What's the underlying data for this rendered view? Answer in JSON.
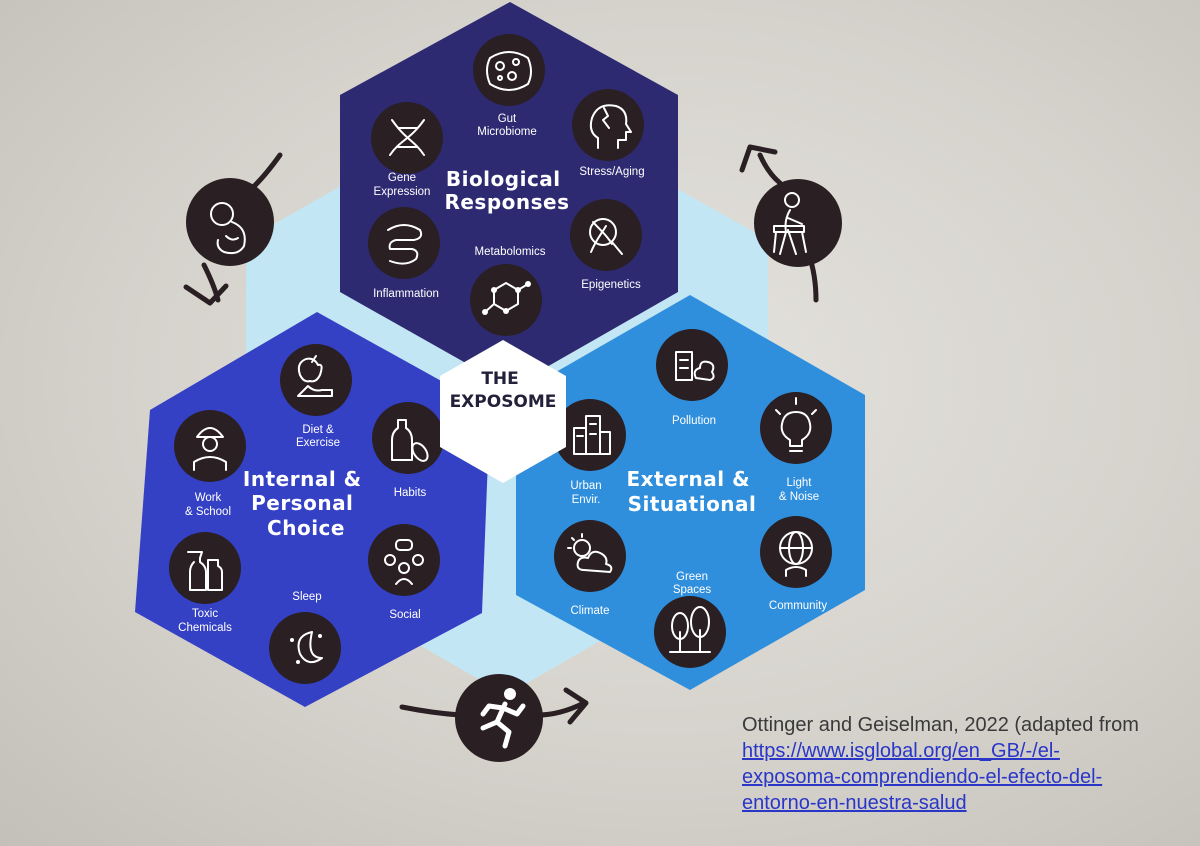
{
  "center": {
    "line1": "THE",
    "line2": "EXPOSOME"
  },
  "sections": {
    "biological": {
      "title_line1": "Biological",
      "title_line2": "Responses",
      "color": "#2e2a72",
      "items": {
        "gut": {
          "line1": "Gut",
          "line2": "Microbiome",
          "icon": "microbiome-icon"
        },
        "gene": {
          "line1": "Gene",
          "line2": "Expression",
          "icon": "dna-helix-icon"
        },
        "stress": {
          "line1": "Stress/Aging",
          "icon": "head-stress-icon"
        },
        "inflammation": {
          "line1": "Inflammation",
          "icon": "intestine-icon"
        },
        "metabolomics": {
          "line1": "Metabolomics",
          "icon": "molecule-icon"
        },
        "epigenetics": {
          "line1": "Epigenetics",
          "icon": "dna-magnifier-icon"
        }
      }
    },
    "internal": {
      "title_line1": "Internal &",
      "title_line2": "Personal",
      "title_line3": "Choice",
      "color": "#3441c4",
      "items": {
        "diet": {
          "line1": "Diet &",
          "line2": "Exercise",
          "icon": "apple-shoe-icon"
        },
        "work": {
          "line1": "Work",
          "line2": "& School",
          "icon": "worker-icon"
        },
        "habits": {
          "line1": "Habits",
          "icon": "bottle-pill-icon"
        },
        "toxic": {
          "line1": "Toxic",
          "line2": "Chemicals",
          "icon": "spray-bottles-icon"
        },
        "sleep": {
          "line1": "Sleep",
          "icon": "moon-stars-icon"
        },
        "social": {
          "line1": "Social",
          "icon": "people-chat-icon"
        }
      }
    },
    "external": {
      "title_line1": "External &",
      "title_line2": "Situational",
      "color": "#2f8fdc",
      "items": {
        "pollution": {
          "line1": "Pollution",
          "icon": "factory-smoke-icon"
        },
        "urban": {
          "line1": "Urban",
          "line2": "Envir.",
          "icon": "buildings-icon"
        },
        "light": {
          "line1": "Light",
          "line2": "& Noise",
          "icon": "lightbulb-icon"
        },
        "climate": {
          "line1": "Climate",
          "icon": "sun-cloud-icon"
        },
        "green": {
          "line1": "Green",
          "line2": "Spaces",
          "icon": "trees-icon"
        },
        "community": {
          "line1": "Community",
          "icon": "globe-people-icon"
        }
      }
    }
  },
  "life_stages": [
    "fetus-icon",
    "elderly-walker-icon",
    "runner-icon"
  ],
  "citation": {
    "text": "Ottinger and Geiselman, 2022 (adapted from",
    "link_line1": "https://www.isglobal.org/en_GB/-/el-",
    "link_line2": "exposoma-comprendiendo-el-efecto-del-",
    "link_line3": "entorno-en-nuestra-salud"
  }
}
